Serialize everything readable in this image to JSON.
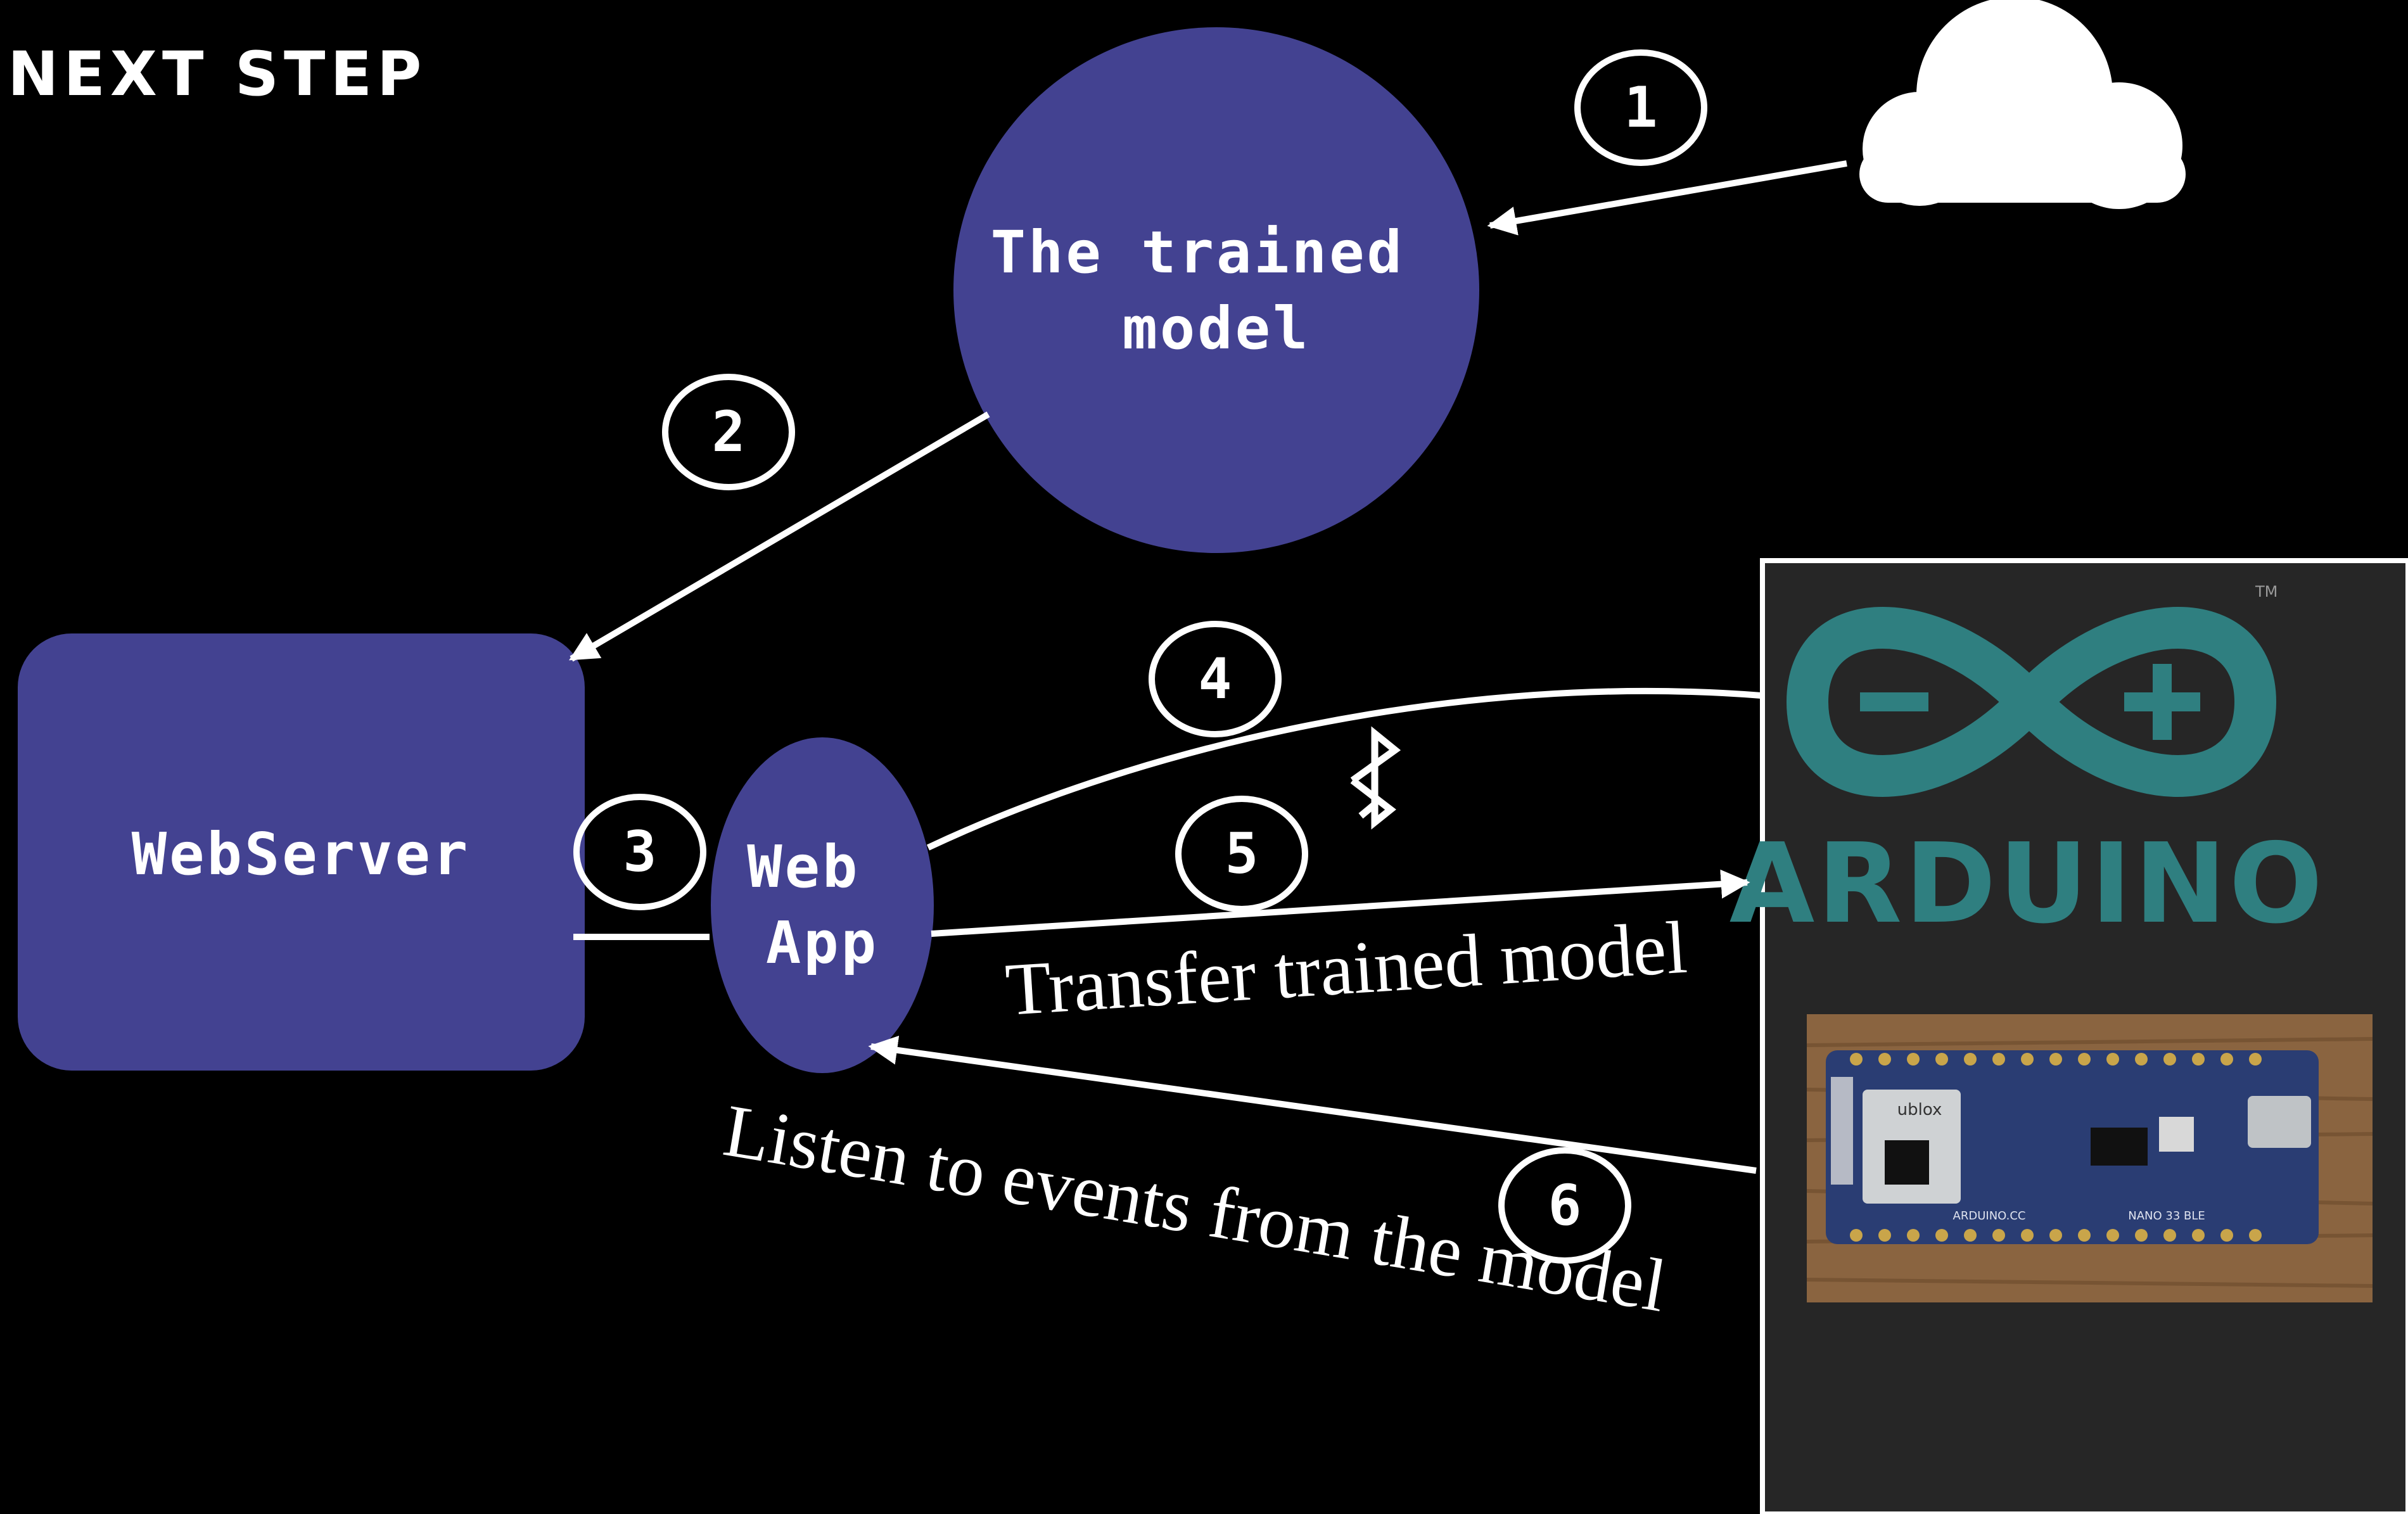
{
  "header": {
    "title": "NEXT STEP"
  },
  "nodes": {
    "trained_model": "The trained\nmodel",
    "webserver": "WebServer",
    "webapp": "Web\nApp"
  },
  "steps": [
    "1",
    "2",
    "3",
    "4",
    "5",
    "6"
  ],
  "edge_labels": {
    "transfer": "Transfer trained model",
    "listen": "Listen to events from the model"
  },
  "arduino_panel": {
    "logo_text": "ARDUINO",
    "trademark": "TM",
    "board_photo_labels": [
      "ublox",
      "ARDUINO.CC",
      "NANO 33 BLE"
    ]
  },
  "icons": [
    "cloud-icon",
    "bluetooth-icon",
    "arduino-infinity-logo"
  ],
  "colors": {
    "background": "#000000",
    "node_fill": "#434291",
    "line": "#ffffff",
    "arduino_teal": "#2f7f80",
    "panel_bg": "#262626",
    "board_blue": "#2a3d73"
  }
}
